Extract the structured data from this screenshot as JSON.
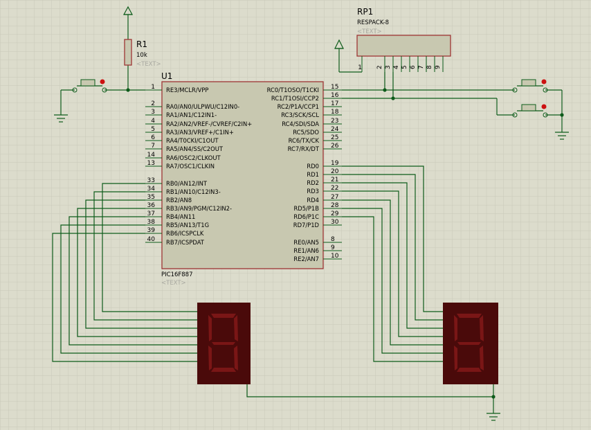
{
  "colors": {
    "background": "#dcdccc",
    "grid": "#c8c8b8",
    "wire": "#0d5b1a",
    "component_body": "#c8c8b0",
    "component_border": "#9e3434",
    "display_body": "#4a0a0a",
    "display_segment": "#7a1616",
    "pin_dot": "#cc1111"
  },
  "r1": {
    "ref": "R1",
    "value": "10k",
    "tag": "<TEXT>"
  },
  "rp1": {
    "ref": "RP1",
    "value": "RESPACK-8",
    "tag": "<TEXT>",
    "pins": [
      "1",
      "2",
      "3",
      "4",
      "5",
      "6",
      "7",
      "8",
      "9"
    ]
  },
  "u1": {
    "ref": "U1",
    "part": "PIC16F887",
    "tag": "<TEXT>",
    "left_pins": [
      {
        "num": "1",
        "label": "RE3/MCLR/VPP"
      },
      {
        "num": "2",
        "label": "RA0/AN0/ULPWU/C12IN0-"
      },
      {
        "num": "3",
        "label": "RA1/AN1/C12IN1-"
      },
      {
        "num": "4",
        "label": "RA2/AN2/VREF-/CVREF/C2IN+"
      },
      {
        "num": "5",
        "label": "RA3/AN3/VREF+/C1IN+"
      },
      {
        "num": "6",
        "label": "RA4/T0CKI/C1OUT"
      },
      {
        "num": "7",
        "label": "RA5/AN4/SS/C2OUT"
      },
      {
        "num": "14",
        "label": "RA6/OSC2/CLKOUT"
      },
      {
        "num": "13",
        "label": "RA7/OSC1/CLKIN"
      },
      {
        "num": "33",
        "label": "RB0/AN12/INT"
      },
      {
        "num": "34",
        "label": "RB1/AN10/C12IN3-"
      },
      {
        "num": "35",
        "label": "RB2/AN8"
      },
      {
        "num": "36",
        "label": "RB3/AN9/PGM/C12IN2-"
      },
      {
        "num": "37",
        "label": "RB4/AN11"
      },
      {
        "num": "38",
        "label": "RB5/AN13/T1G"
      },
      {
        "num": "39",
        "label": "RB6/ICSPCLK"
      },
      {
        "num": "40",
        "label": "RB7/ICSPDAT"
      }
    ],
    "right_pins": [
      {
        "num": "15",
        "label": "RC0/T1OSO/T1CKI"
      },
      {
        "num": "16",
        "label": "RC1/T1OSI/CCP2"
      },
      {
        "num": "17",
        "label": "RC2/P1A/CCP1"
      },
      {
        "num": "18",
        "label": "RC3/SCK/SCL"
      },
      {
        "num": "23",
        "label": "RC4/SDI/SDA"
      },
      {
        "num": "24",
        "label": "RC5/SDO"
      },
      {
        "num": "25",
        "label": "RC6/TX/CK"
      },
      {
        "num": "26",
        "label": "RC7/RX/DT"
      },
      {
        "num": "19",
        "label": "RD0"
      },
      {
        "num": "20",
        "label": "RD1"
      },
      {
        "num": "21",
        "label": "RD2"
      },
      {
        "num": "22",
        "label": "RD3"
      },
      {
        "num": "27",
        "label": "RD4"
      },
      {
        "num": "28",
        "label": "RD5/P1B"
      },
      {
        "num": "29",
        "label": "RD6/P1C"
      },
      {
        "num": "30",
        "label": "RD7/P1D"
      },
      {
        "num": "8",
        "label": "RE0/AN5"
      },
      {
        "num": "9",
        "label": "RE1/AN6"
      },
      {
        "num": "10",
        "label": "RE2/AN7"
      }
    ]
  }
}
